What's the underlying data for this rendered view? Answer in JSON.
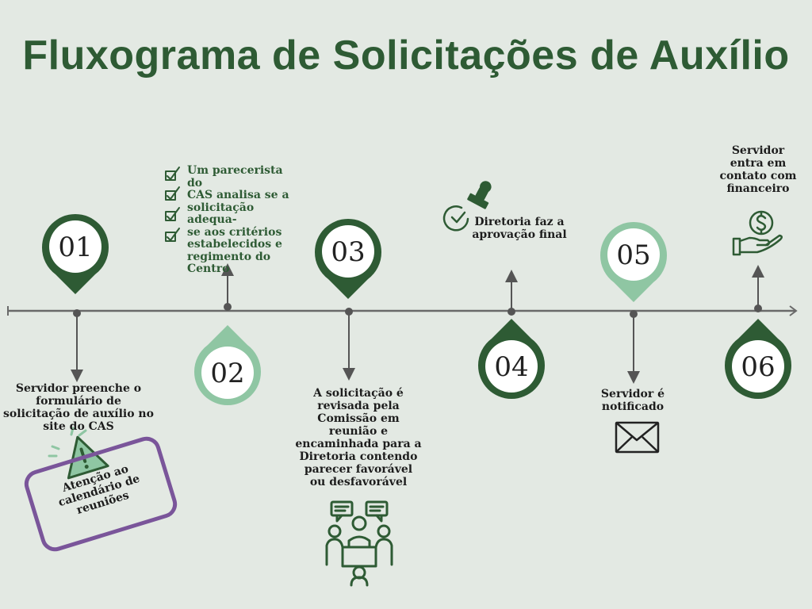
{
  "title": "Fluxograma de Solicitações de Auxílio",
  "steps": [
    {
      "number": "01",
      "text": "Servidor preenche o formulário de solicitação de auxílio no site do CAS"
    },
    {
      "number": "02",
      "checklist": [
        "Um parecerista do",
        "CAS analisa se a",
        "solicitação adequa-",
        "se aos critérios",
        "estabelecidos e",
        "regimento do",
        "Centro"
      ]
    },
    {
      "number": "03",
      "text": "A solicitação é revisada pela Comissão em reunião e encaminhada para a Diretoria contendo parecer favorável ou desfavorável"
    },
    {
      "number": "04",
      "text": "Diretoria faz a aprovação final"
    },
    {
      "number": "05",
      "text": "Servidor é notificado"
    },
    {
      "number": "06",
      "text": "Servidor entra em contato com financeiro"
    }
  ],
  "attention_note": "Atenção ao calendário de reuniões",
  "colors": {
    "dark_green": "#2e5b34",
    "light_green": "#8fc6a3",
    "purple": "#7a559a",
    "line_gray": "#555555",
    "background": "#e3e9e3"
  }
}
